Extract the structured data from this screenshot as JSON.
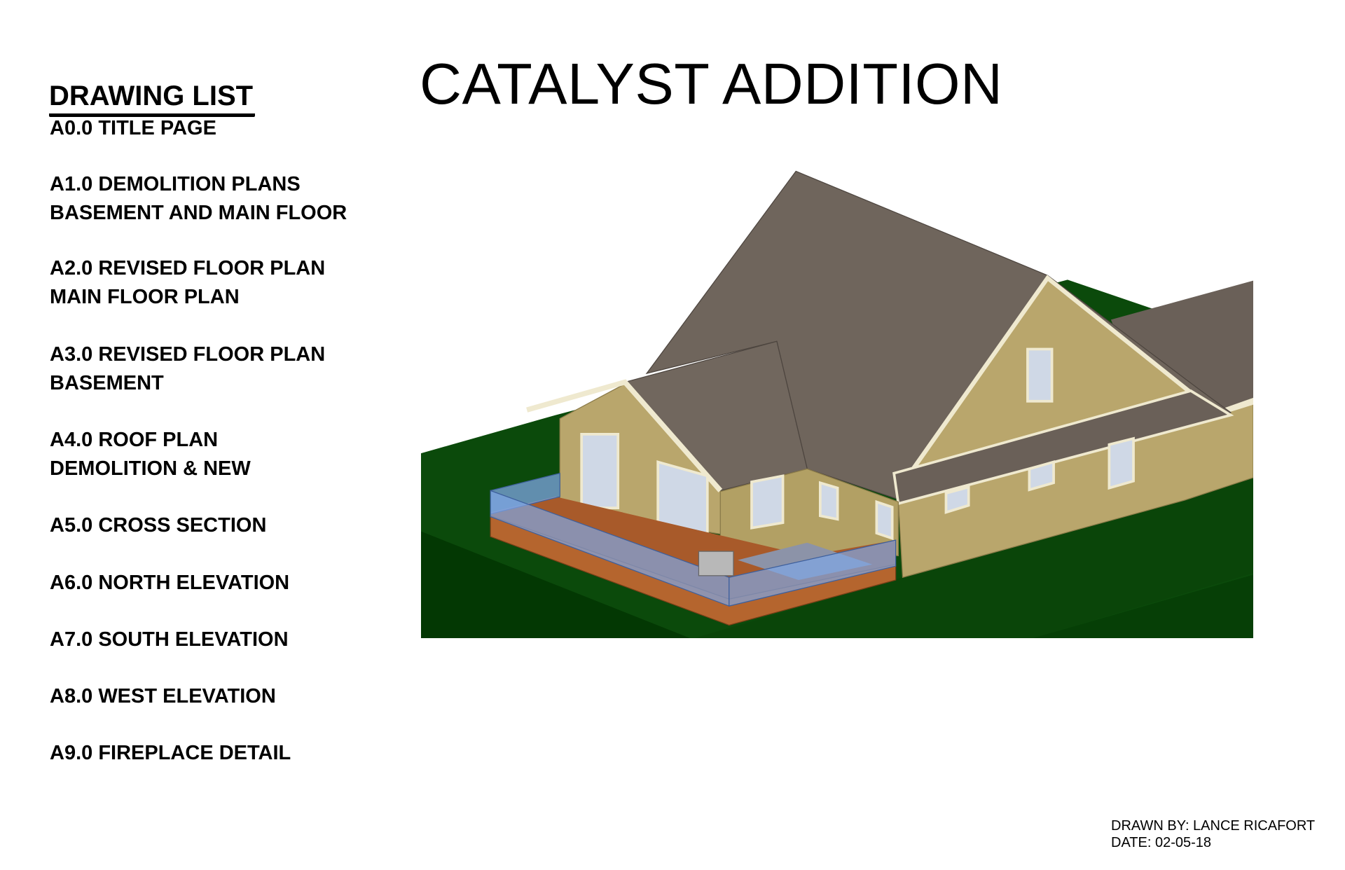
{
  "title": "CATALYST ADDITION",
  "drawing_list": {
    "heading": "DRAWING LIST",
    "items": [
      {
        "line1": "A0.0 TITLE PAGE",
        "line2": ""
      },
      {
        "line1": "A1.0 DEMOLITION PLANS",
        "line2": "BASEMENT AND MAIN FLOOR"
      },
      {
        "line1": "A2.0 REVISED FLOOR PLAN",
        "line2": "MAIN FLOOR PLAN"
      },
      {
        "line1": "A3.0 REVISED FLOOR PLAN",
        "line2": "BASEMENT"
      },
      {
        "line1": "A4.0 ROOF PLAN",
        "line2": "DEMOLITION & NEW"
      },
      {
        "line1": "A5.0 CROSS SECTION",
        "line2": ""
      },
      {
        "line1": "A6.0 NORTH ELEVATION",
        "line2": ""
      },
      {
        "line1": "A7.0 SOUTH ELEVATION",
        "line2": ""
      },
      {
        "line1": "A8.0 WEST ELEVATION",
        "line2": ""
      },
      {
        "line1": "A9.0 FIREPLACE DETAIL",
        "line2": ""
      }
    ]
  },
  "credits": {
    "drawn_by": "DRAWN BY: LANCE RICAFORT",
    "date": "DATE: 02-05-18"
  },
  "colors": {
    "roof": "#6f655c",
    "siding": "#b9a66c",
    "trim": "#efe9cf",
    "lawn": "#0b4a0b",
    "deck": "#b5652e",
    "glass": "#7fa6e6"
  }
}
